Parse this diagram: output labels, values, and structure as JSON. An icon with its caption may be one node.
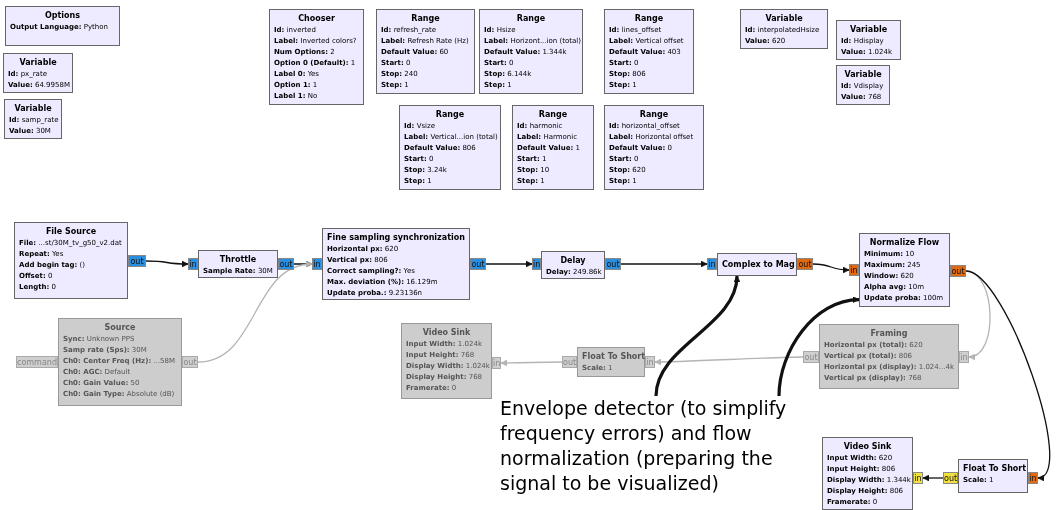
{
  "diagram": {
    "nodes": [
      {
        "text": [
          "Options",
          "**Output Language:** Python"
        ]
      },
      {
        "text": [
          "Variable",
          "**Id:** px_rate",
          "**Value:** 64.9958M"
        ]
      },
      {
        "text": [
          "Variable",
          "**Id:** samp_rate",
          "**Value:** 30M"
        ]
      },
      {
        "text": [
          "Chooser",
          "**Id:** inverted",
          "**Label:** Inverted colors?",
          "**Num Options:** 2",
          "**Option 0 (Default):** 1",
          "**Label 0:** Yes",
          "**Option 1:** 1",
          "**Label 1:** No"
        ]
      },
      {
        "text": [
          "Range",
          "**Id:** refresh_rate",
          "**Label:** Refresh Rate (Hz)",
          "**Default Value:** 60",
          "**Start:** 0",
          "**Stop:** 240",
          "**Step:** 1"
        ]
      },
      {
        "text": [
          "Range",
          "**Id:** Hsize",
          "**Label:** Horizont...ion (total)",
          "**Default Value:** 1.344k",
          "**Start:** 0",
          "**Stop:** 6.144k",
          "**Step:** 1"
        ]
      },
      {
        "text": [
          "Range",
          "**Id:** lines_offset",
          "**Label:** Vertical offset",
          "**Default Value:** 403",
          "**Start:** 0",
          "**Stop:** 806",
          "**Step:** 1"
        ]
      },
      {
        "text": [
          "Range",
          "**Id:** Vsize",
          "**Label:** Vertical...ion (total)",
          "**Default Value:** 806",
          "**Start:** 0",
          "**Stop:** 3.24k",
          "**Step:** 1"
        ]
      },
      {
        "text": [
          "Range",
          "**Id:** harmonic",
          "**Label:** Harmonic",
          "**Default Value:** 1",
          "**Start:** 1",
          "**Stop:** 10",
          "**Step:** 1"
        ]
      },
      {
        "text": [
          "Range",
          "**Id:** horizontal_offset",
          "**Label:** Horizontal offset",
          "**Default Value:** 0",
          "**Start:** 0",
          "**Stop:** 620",
          "**Step:** 1"
        ]
      },
      {
        "text": [
          "Variable",
          "**Id:** interpolatedHsize",
          "**Value:** 620"
        ]
      },
      {
        "text": [
          "Variable",
          "**Id:** Hdisplay",
          "**Value:** 1.024k"
        ]
      },
      {
        "text": [
          "Variable",
          "**Id:** Vdisplay",
          "**Value:** 768"
        ]
      },
      {
        "text": [
          "File Source",
          "**File:** ...st/30M_tv_g50_v2.dat",
          "**Repeat:** Yes",
          "**Add begin tag:** ()",
          "**Offset:** 0",
          "**Length:** 0"
        ]
      },
      {
        "text": [
          "Throttle",
          "**Sample Rate:** 30M"
        ]
      },
      {
        "text": [
          "Fine sampling synchronization",
          "**Horizontal px:** 620",
          "**Vertical px:** 806",
          "**Correct sampling?:** Yes",
          "**Max. deviation (%):** 16.129m",
          "**Update proba.:** 9.23136n"
        ]
      },
      {
        "text": [
          "Delay",
          "**Delay:** 249.86k"
        ]
      },
      {
        "text": [
          "Complex to Mag"
        ]
      },
      {
        "text": [
          "Normalize Flow",
          "**Minimum:** 10",
          "**Maximum:** 245",
          "**Window:** 620",
          "**Alpha avg:** 10m",
          "**Update proba:** 100m"
        ]
      },
      {
        "text": [
          "Source",
          "**Sync:** Unknown PPS",
          "**Samp rate (Sps):** 30M",
          "**Ch0: Center Freq (Hz):** ...58M",
          "**Ch0: AGC:** Default",
          "**Ch0: Gain Value:** 50",
          "**Ch0: Gain Type:** Absolute (dB)"
        ]
      },
      {
        "text": [
          "Video Sink",
          "**Input Width:** 1.024k",
          "**Input Height:** 768",
          "**Display Width:** 1.024k",
          "**Display Height:** 768",
          "**Framerate:** 0"
        ]
      },
      {
        "text": [
          "Float To Short",
          "**Scale:** 1"
        ]
      },
      {
        "text": [
          "Framing",
          "**Horizontal px (total):** 620",
          "**Vertical px (total):** 806",
          "**Horizontal px (display):** 1.024...4k",
          "**Vertical px (display):** 768"
        ]
      },
      {
        "text": [
          "Video Sink",
          "**Input Width:** 620",
          "**Input Height:** 806",
          "**Display Width:** 1.344k",
          "**Display Height:** 806",
          "**Framerate:** 0"
        ]
      },
      {
        "text": [
          "Float To Short",
          "**Scale:** 1"
        ]
      },
      {
        "text": [
          "Envelope detector (to simplify frequency errors) and flow normalization (preparing the signal to be visualized)"
        ]
      },
      {
        "text": [
          "out"
        ]
      },
      {
        "text": [
          "in"
        ]
      },
      {
        "text": [
          "out"
        ]
      },
      {
        "text": [
          "in"
        ]
      },
      {
        "text": [
          "out"
        ]
      },
      {
        "text": [
          "in"
        ]
      },
      {
        "text": [
          "out"
        ]
      },
      {
        "text": [
          "in"
        ]
      },
      {
        "text": [
          "out"
        ]
      },
      {
        "text": [
          "in"
        ]
      },
      {
        "text": [
          "out"
        ]
      },
      {
        "text": [
          "command"
        ]
      },
      {
        "text": [
          "out"
        ]
      },
      {
        "text": [
          "in"
        ]
      },
      {
        "text": [
          "out"
        ]
      },
      {
        "text": [
          "in"
        ]
      },
      {
        "text": [
          "out"
        ]
      },
      {
        "text": [
          "in"
        ]
      },
      {
        "text": [
          "in"
        ]
      },
      {
        "text": [
          "out"
        ]
      },
      {
        "text": [
          "in"
        ]
      }
    ],
    "edges": [
      {
        "from": 26,
        "to": 27,
        "arrow": "to"
      },
      {
        "from": 28,
        "to": 29,
        "arrow": "to"
      },
      {
        "from": 38,
        "to": 29,
        "arrow": "to",
        "color": "#b4b4b4"
      },
      {
        "from": 30,
        "to": 31,
        "arrow": "to"
      },
      {
        "from": 32,
        "to": 33,
        "arrow": "to"
      },
      {
        "from": 34,
        "to": 35,
        "arrow": "to"
      },
      {
        "from": 36,
        "to": 43,
        "arrow": "to",
        "color": "#b4b4b4"
      },
      {
        "from": 42,
        "to": 41,
        "arrow": "to",
        "color": "#b4b4b4"
      },
      {
        "from": 40,
        "to": 39,
        "arrow": "to",
        "color": "#b4b4b4"
      },
      {
        "from": 36,
        "to": 46,
        "arrow": "to"
      },
      {
        "from": 45,
        "to": 44,
        "arrow": "to"
      },
      {
        "from": 25,
        "to": 17,
        "arrow": "to",
        "style": "thick"
      },
      {
        "from": 25,
        "to": 18,
        "arrow": "to",
        "style": "thick"
      }
    ]
  }
}
